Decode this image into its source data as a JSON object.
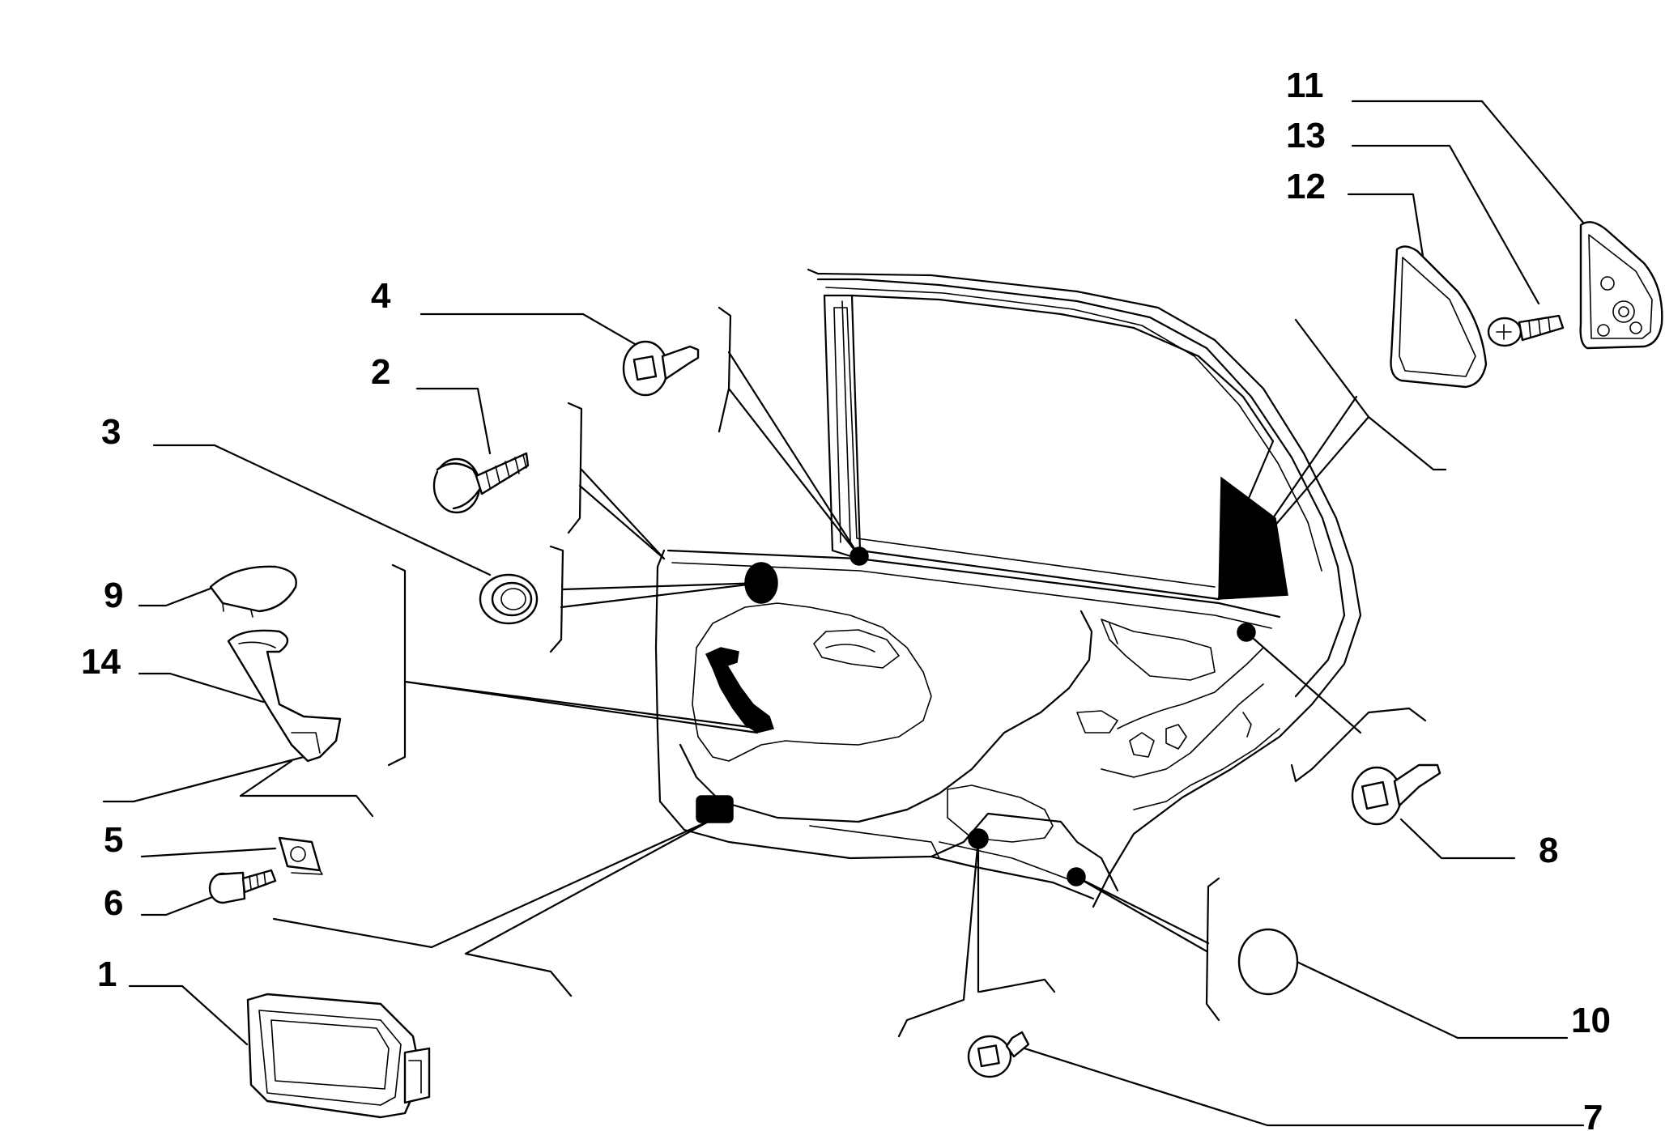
{
  "labels": {
    "p1": "1",
    "p2": "2",
    "p3": "3",
    "p4": "4",
    "p5": "5",
    "p6": "6",
    "p7": "7",
    "p8": "8",
    "p9": "9",
    "p10": "10",
    "p11": "11",
    "p12": "12",
    "p13": "13",
    "p14": "14"
  },
  "colors": {
    "line": "#000000",
    "background": "#ffffff"
  }
}
